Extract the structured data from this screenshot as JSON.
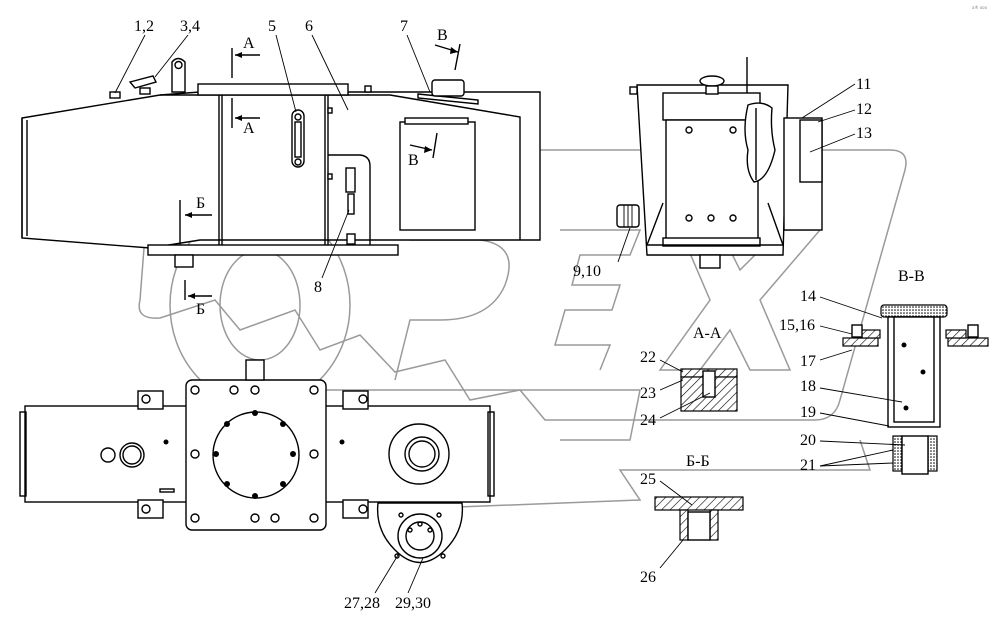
{
  "diagram": {
    "type": "technical-parts-drawing",
    "watermark": "OPEX",
    "corner_mark": "a® ooo",
    "views": [
      {
        "id": "side-view",
        "name": "Side view"
      },
      {
        "id": "end-view",
        "name": "End view"
      },
      {
        "id": "top-view",
        "name": "Top view"
      },
      {
        "id": "section-vv",
        "name": "Section В-В"
      },
      {
        "id": "section-aa",
        "name": "Section А-А"
      },
      {
        "id": "section-bb",
        "name": "Section Б-Б"
      }
    ],
    "section_titles": {
      "vv": "В-В",
      "aa": "А-А",
      "bb": "Б-Б"
    },
    "section_markers": {
      "a": "А",
      "b": "Б",
      "v": "В"
    },
    "callouts": {
      "c1_2": "1,2",
      "c3_4": "3,4",
      "c5": "5",
      "c6": "6",
      "c7": "7",
      "c8": "8",
      "c9_10": "9,10",
      "c11": "11",
      "c12": "12",
      "c13": "13",
      "c14": "14",
      "c15_16": "15,16",
      "c17": "17",
      "c18": "18",
      "c19": "19",
      "c20": "20",
      "c21": "21",
      "c22": "22",
      "c23": "23",
      "c24": "24",
      "c25": "25",
      "c26": "26",
      "c27_28": "27,28",
      "c29_30": "29,30"
    }
  }
}
